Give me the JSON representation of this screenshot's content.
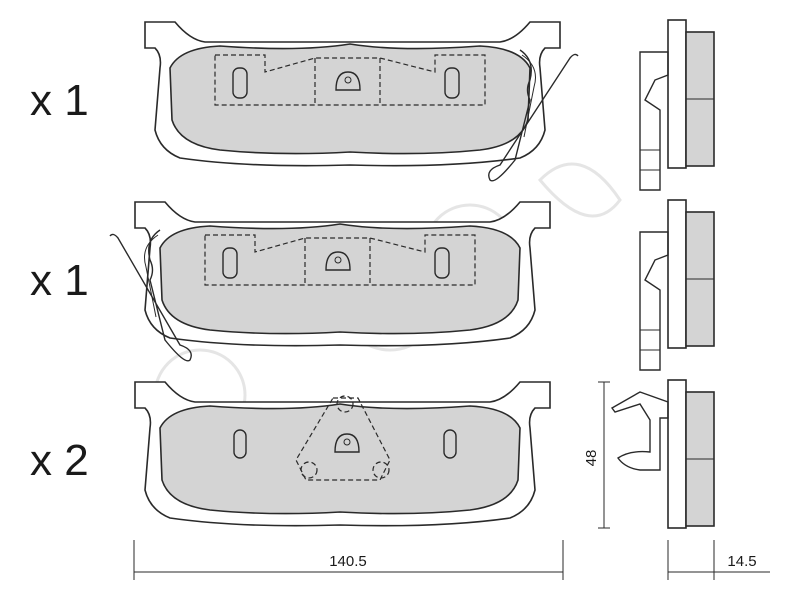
{
  "quantities": {
    "row1": "x 1",
    "row2": "x 1",
    "row3": "x 2"
  },
  "dimensions": {
    "width": "140.5",
    "height": "48",
    "thickness": "14.5"
  },
  "colors": {
    "lining": "#d4d4d4",
    "outline": "#2a2a2a",
    "watermark": "#cfcfcf"
  }
}
